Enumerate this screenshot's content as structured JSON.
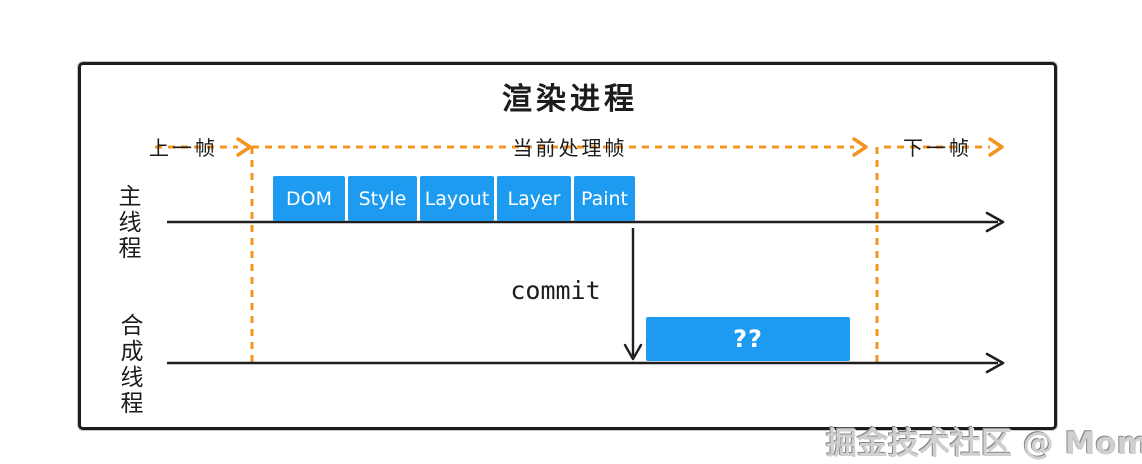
{
  "title": "渲染进程",
  "frame_markers": {
    "previous_label": "上一帧",
    "current_label": "当前处理帧",
    "next_label": "下一帧"
  },
  "main_thread": {
    "label": "主线程",
    "stages": [
      "DOM",
      "Style",
      "Layout",
      "Layer",
      "Paint"
    ]
  },
  "commit": {
    "label": "commit"
  },
  "compositor_thread": {
    "label": "合成线程",
    "task_label": "??"
  },
  "watermark": "掘金技术社区 @ Moment",
  "colors": {
    "stage_blue": "#1D9BF0",
    "frame_orange": "#F5941F",
    "line_black": "#1F1F1F"
  }
}
